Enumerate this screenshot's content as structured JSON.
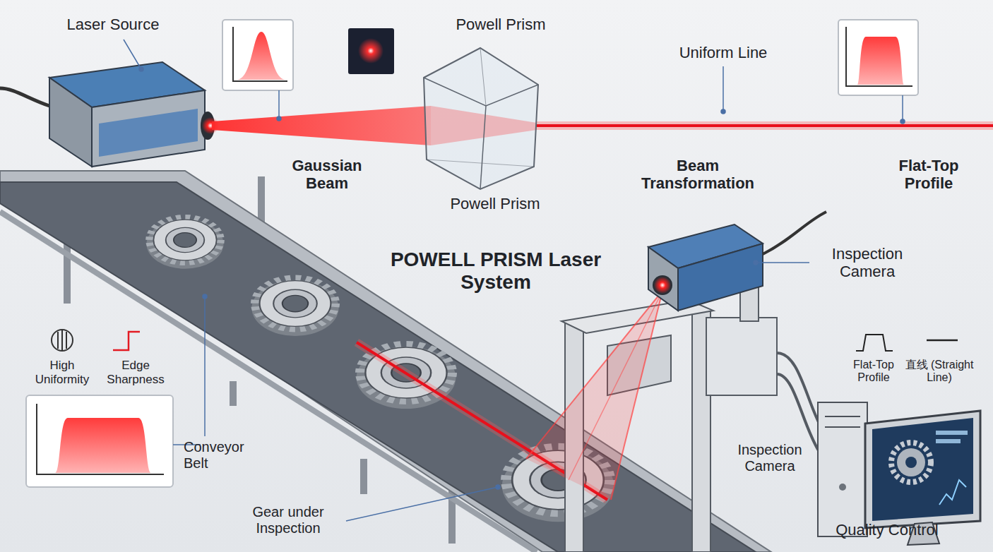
{
  "diagram": {
    "title": "POWELL PRISM Laser System",
    "labels": [
      "Laser Source",
      "Powell Prism",
      "Uniform Line",
      "Gaussian Beam",
      "Powell Prism",
      "Beam Transformation",
      "Flat-Top Profile",
      "Inspection Camera",
      "High Uniformity",
      "Edge Sharpness",
      "Conveyor Belt",
      "Flat-Top Profile",
      "直线 (Straight Line)",
      "Inspection Camera",
      "Gear under Inspection",
      "Quality Control"
    ]
  }
}
